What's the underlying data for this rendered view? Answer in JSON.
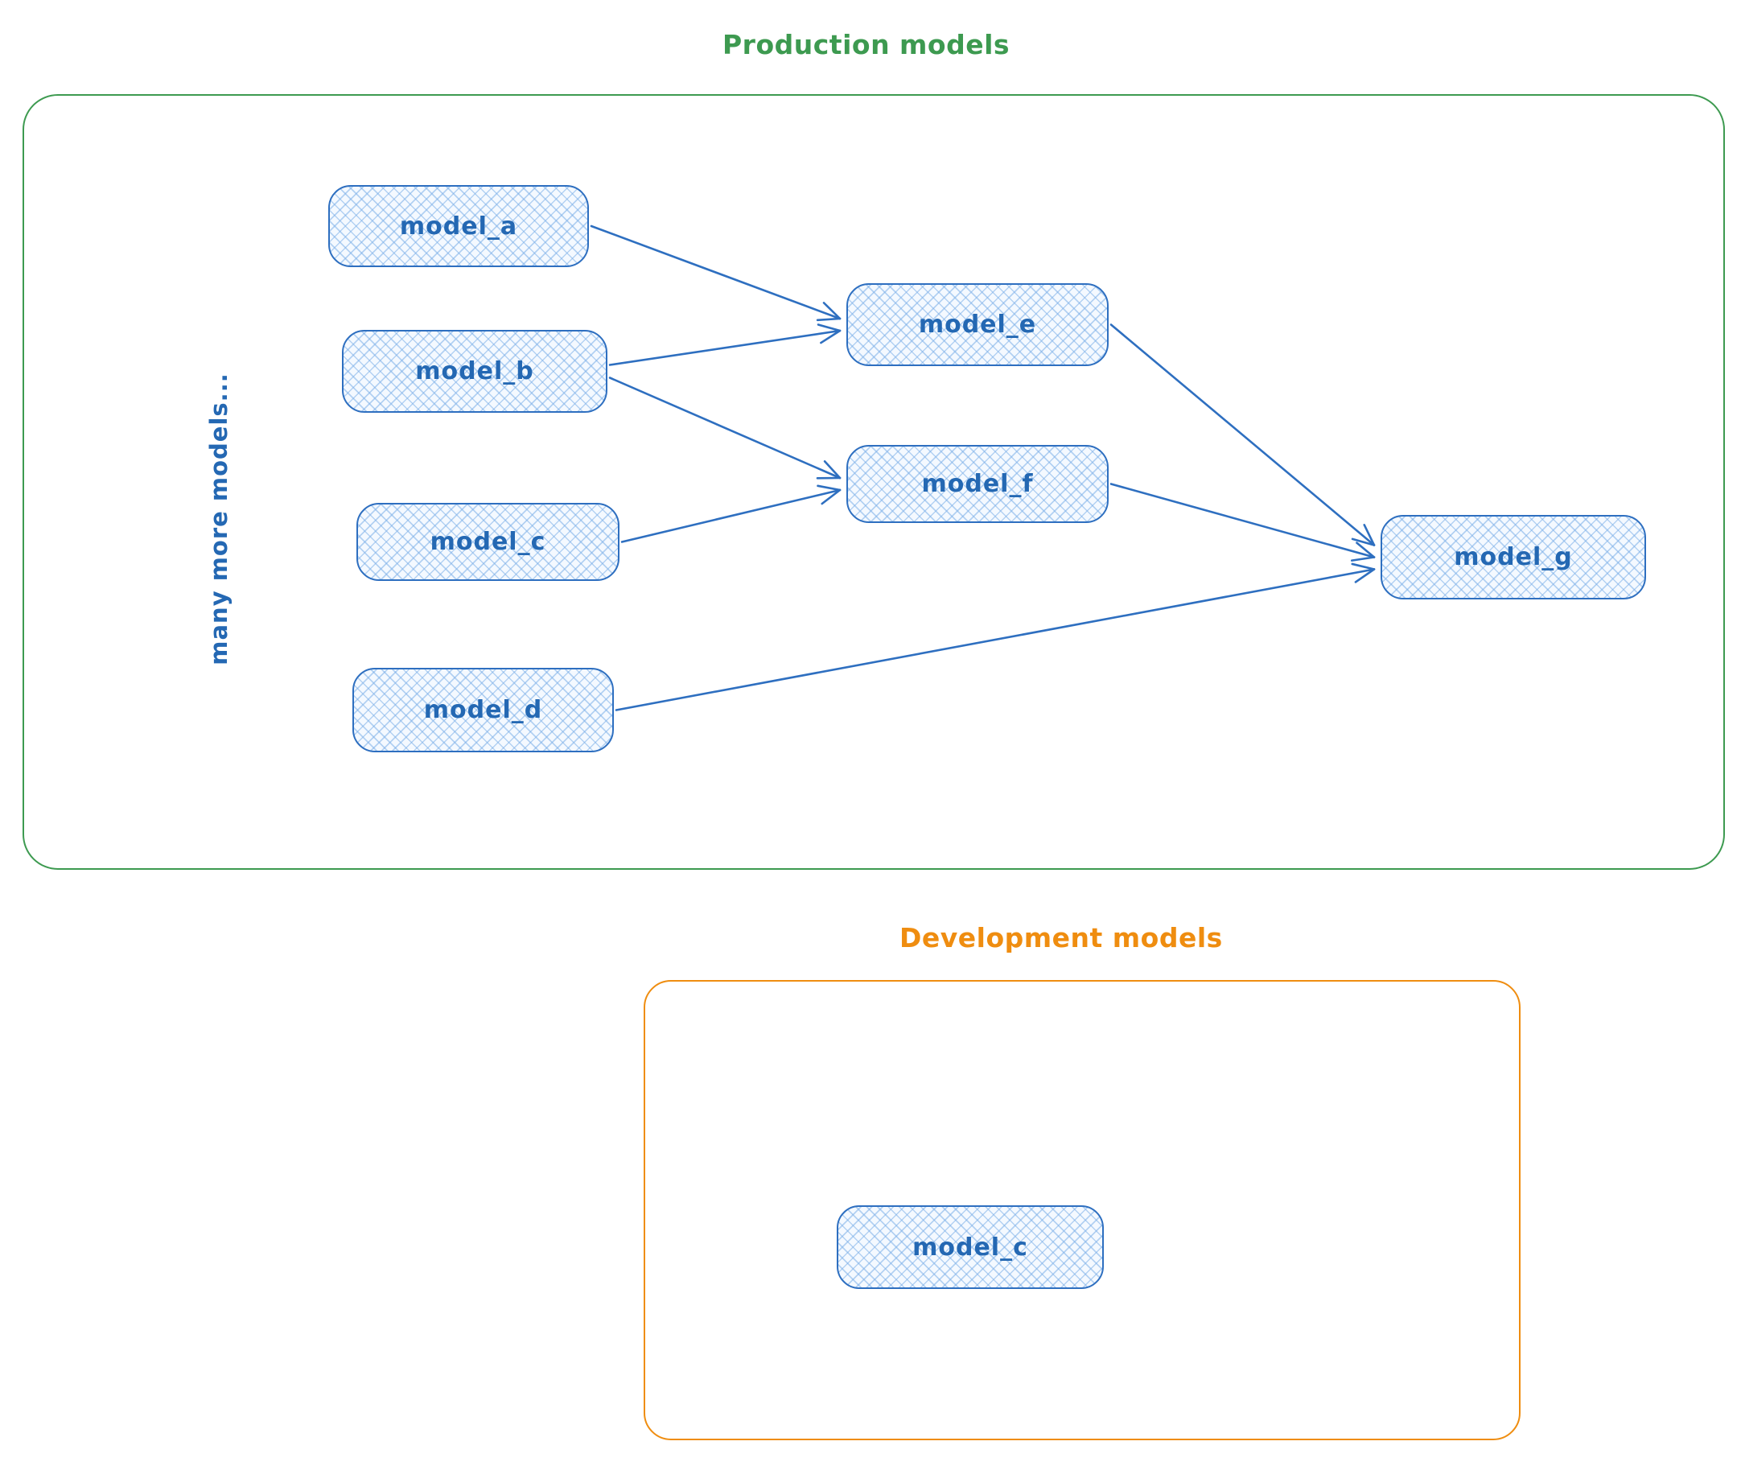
{
  "diagram": {
    "production": {
      "title": "Production models",
      "accent_color": "#3d9a50",
      "side_note": "many more models...",
      "nodes": [
        {
          "id": "model_a",
          "label": "model_a"
        },
        {
          "id": "model_b",
          "label": "model_b"
        },
        {
          "id": "model_c",
          "label": "model_c"
        },
        {
          "id": "model_d",
          "label": "model_d"
        },
        {
          "id": "model_e",
          "label": "model_e"
        },
        {
          "id": "model_f",
          "label": "model_f"
        },
        {
          "id": "model_g",
          "label": "model_g"
        }
      ]
    },
    "development": {
      "title": "Development models",
      "accent_color": "#ef8d10",
      "nodes": [
        {
          "id": "dev_model_c",
          "label": "model_c"
        }
      ]
    },
    "edges": [
      {
        "from": "model_a",
        "to": "model_e"
      },
      {
        "from": "model_b",
        "to": "model_e"
      },
      {
        "from": "model_b",
        "to": "model_f"
      },
      {
        "from": "model_c",
        "to": "model_f"
      },
      {
        "from": "model_e",
        "to": "model_g"
      },
      {
        "from": "model_f",
        "to": "model_g"
      },
      {
        "from": "model_d",
        "to": "model_g"
      }
    ],
    "node_style": {
      "stroke_color": "#2e6fc0",
      "fill_color": "#f4f9ff",
      "hatch_color": "#7db0e8",
      "text_color": "#2468b3"
    }
  }
}
